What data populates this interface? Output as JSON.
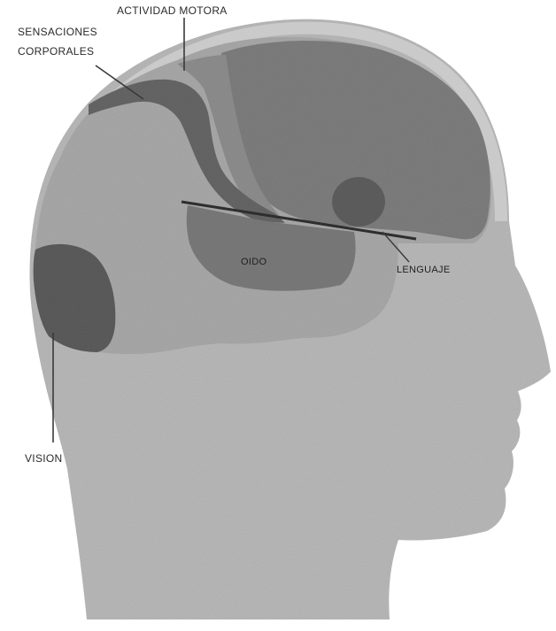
{
  "labels": {
    "motor_activity": "ACTIVIDAD MOTORA",
    "body_sensations_line1": "SENSACIONES",
    "body_sensations_line2": "CORPORALES",
    "hearing": "OIDO",
    "language": "LENGUAJE",
    "vision": "VISION"
  },
  "colors": {
    "skin": "#b9b9b9",
    "scalp_rim": "#d2d2d2",
    "brain_light": "#a9a9a9",
    "frontal_lobe": "#7e7e7e",
    "motor_strip": "#8a8a8a",
    "sensory_strip": "#6a6a6a",
    "hearing_area": "#7a7a7a",
    "language_area": "#5e5e5e",
    "vision_area": "#5c5c5c",
    "label_text": "#2a2a2a",
    "pointer_line": "#3a3a3a"
  }
}
